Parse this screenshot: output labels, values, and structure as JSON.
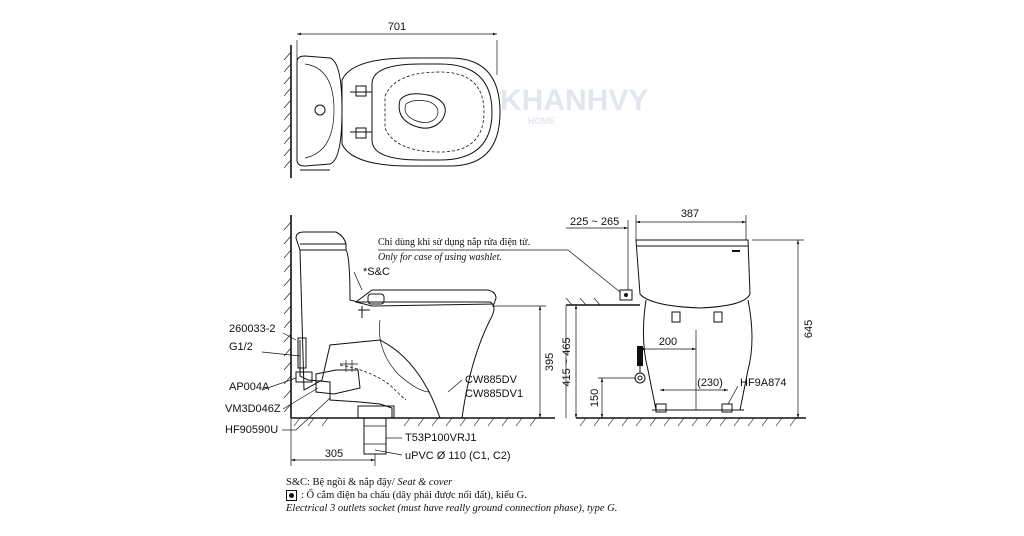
{
  "watermark": {
    "brand": "KHANHVY",
    "sub": "HOME"
  },
  "dimensions": {
    "top_width": "701",
    "depth": "305",
    "seat_height": "395",
    "supply_height": "415 ~ 465",
    "outlet_height": "150",
    "wall_offset": "225 ~ 265",
    "tank_width": "387",
    "total_height": "645",
    "supply_offset": "200",
    "drain_span": "(230)"
  },
  "labels": {
    "sc": "*S&C",
    "part_260033": "260033-2",
    "g12": "G1/2",
    "ap004a": "AP004A",
    "vm3d046z": "VM3D046Z",
    "hf90590u": "HF90590U",
    "cw885dv": "CW885DV",
    "cw885dv1": "CW885DV1",
    "t53p": "T53P100VRJ1",
    "upvc": "uPVC Ø 110 (C1, C2)",
    "hf9a874": "HF9A874"
  },
  "note": {
    "vn": "Chỉ dùng khi sử dụng nắp rửa điện tử.",
    "en": "Only for case of using washlet."
  },
  "legend": {
    "sc_vn": "S&C: Bệ ngồi & nắp đậy/",
    "sc_en": "Seat & cover",
    "socket_vn": ": Ổ cắm điện ba chấu (dây phải được nối đất), kiểu G.",
    "socket_en": "Electrical 3 outlets socket (must have really ground connection phase), type G."
  }
}
